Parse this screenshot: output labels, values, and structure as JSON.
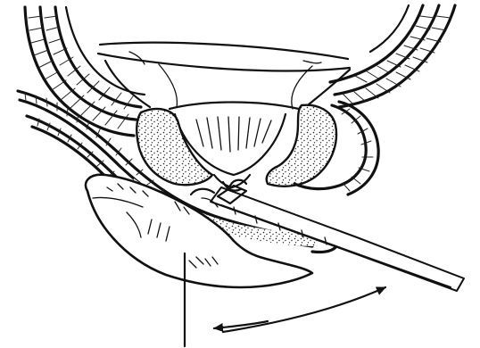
{
  "figure": {
    "ink_color": "#111111",
    "paper_color": "#ffffff",
    "parts": [
      "bladder-outline",
      "bladder-wall-layers",
      "prostate-gland",
      "urethra",
      "rectal-wall",
      "examining-finger",
      "biopsy-needle",
      "vertical-reference-line",
      "angle-arrow"
    ]
  }
}
